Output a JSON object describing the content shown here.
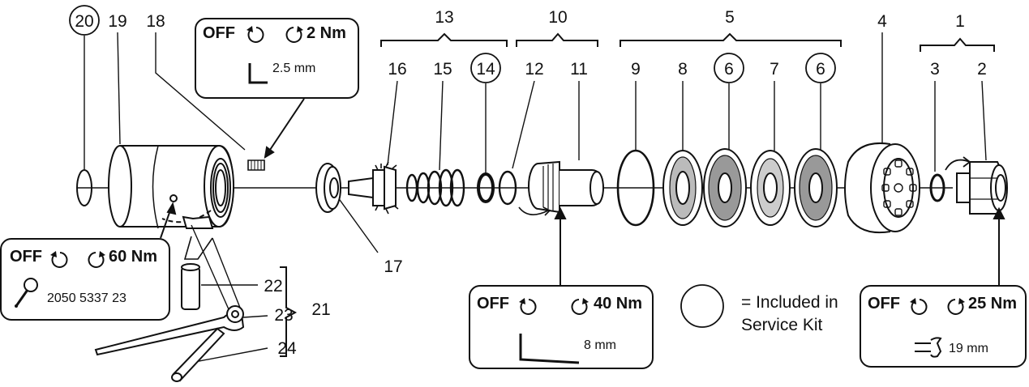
{
  "labels": {
    "p1": "1",
    "p2": "2",
    "p3": "3",
    "p4": "4",
    "p5": "5",
    "p6a": "6",
    "p6b": "6",
    "p7": "7",
    "p8": "8",
    "p9": "9",
    "p10": "10",
    "p11": "11",
    "p12": "12",
    "p13": "13",
    "p14": "14",
    "p15": "15",
    "p16": "16",
    "p17": "17",
    "p18": "18",
    "p19": "19",
    "p20": "20",
    "p21": "21",
    "p22": "22",
    "p23": "23",
    "p24": "24"
  },
  "boxes": {
    "top": {
      "off": "OFF",
      "torque": "2 Nm",
      "tool": "2.5 mm"
    },
    "left": {
      "off": "OFF",
      "torque": "60 Nm",
      "tool": "2050 5337 23"
    },
    "center": {
      "off": "OFF",
      "torque": "40 Nm",
      "tool": "8 mm"
    },
    "right": {
      "off": "OFF",
      "torque": "25 Nm",
      "tool": "19 mm"
    }
  },
  "legend": {
    "line1": "= Included in",
    "line2": "Service Kit"
  },
  "icons": [
    "counterclockwise-arrow-icon",
    "clockwise-arrow-icon",
    "hex-key-icon",
    "open-wrench-icon",
    "pin-spanner-icon"
  ]
}
